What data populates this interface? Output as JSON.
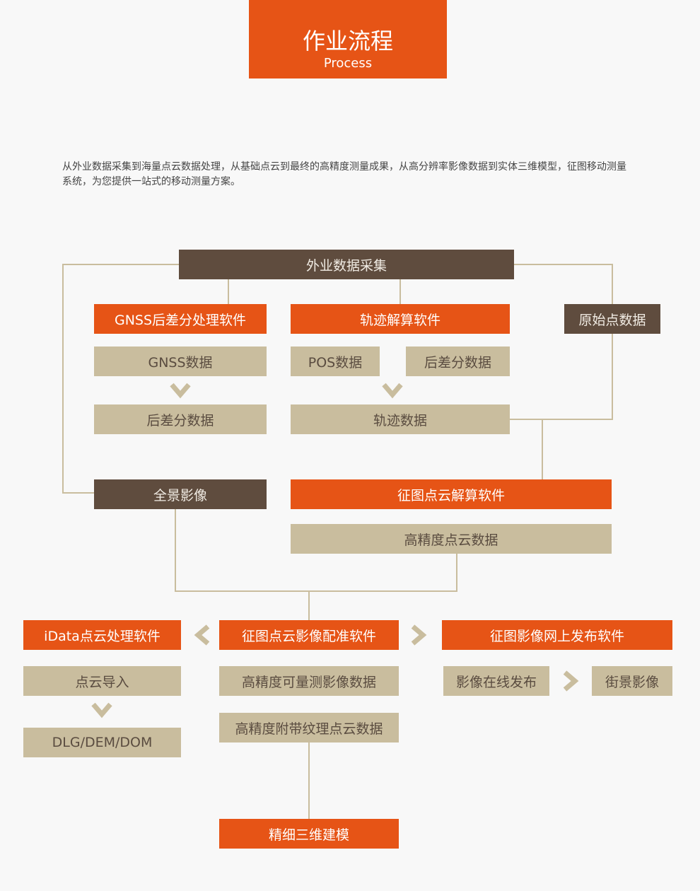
{
  "header": {
    "title": "作业流程",
    "subtitle": "Process"
  },
  "intro": "从外业数据采集到海量点云数据处理，从基础点云到最终的高精度测量成果，从高分辨率影像数据到实体三维模型，征图移动测量系统，为您提供一站式的移动测量方案。",
  "colors": {
    "accent": "#e65416",
    "brown": "#5f4c3e",
    "tan": "#c9bd9e",
    "line": "#c9bd9e",
    "background": "#f8f8f8"
  },
  "flow": {
    "field_collection": "外业数据采集",
    "gnss_software": "GNSS后差分处理软件",
    "track_software": "轨迹解算软件",
    "raw_points": "原始点数据",
    "gnss_data": "GNSS数据",
    "pos_data": "POS数据",
    "diff_data": "后差分数据",
    "diff_data_result": "后差分数据",
    "track_data": "轨迹数据",
    "panorama": "全景影像",
    "pointcloud_software": "征图点云解算软件",
    "hp_pointcloud": "高精度点云数据",
    "idata_software": "iData点云处理软件",
    "registration_software": "征图点云影像配准软件",
    "publish_software": "征图影像网上发布软件",
    "pointcloud_import": "点云导入",
    "dlg_dem_dom": "DLG/DEM/DOM",
    "measurable_image": "高精度可量测影像数据",
    "textured_pointcloud": "高精度附带纹理点云数据",
    "online_publish": "影像在线发布",
    "street_view": "街景影像",
    "fine_3d_model": "精细三维建模"
  }
}
